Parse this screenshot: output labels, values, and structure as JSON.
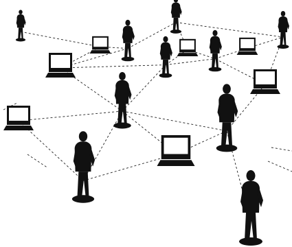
{
  "scene": {
    "background_color": "#ffffff",
    "figure_color": "#111111",
    "screen_color": "#ffffff",
    "link_color": "#222222",
    "link_style": "dashed",
    "people": [
      {
        "id": "p1"
      },
      {
        "id": "p2"
      },
      {
        "id": "p3"
      },
      {
        "id": "p4"
      },
      {
        "id": "p5"
      },
      {
        "id": "p6"
      },
      {
        "id": "p7"
      },
      {
        "id": "p8"
      },
      {
        "id": "p9"
      },
      {
        "id": "p10"
      }
    ],
    "computers": [
      {
        "id": "c1"
      },
      {
        "id": "c2"
      },
      {
        "id": "c3"
      },
      {
        "id": "c4"
      },
      {
        "id": "c5"
      },
      {
        "id": "c6"
      },
      {
        "id": "c7"
      }
    ]
  }
}
